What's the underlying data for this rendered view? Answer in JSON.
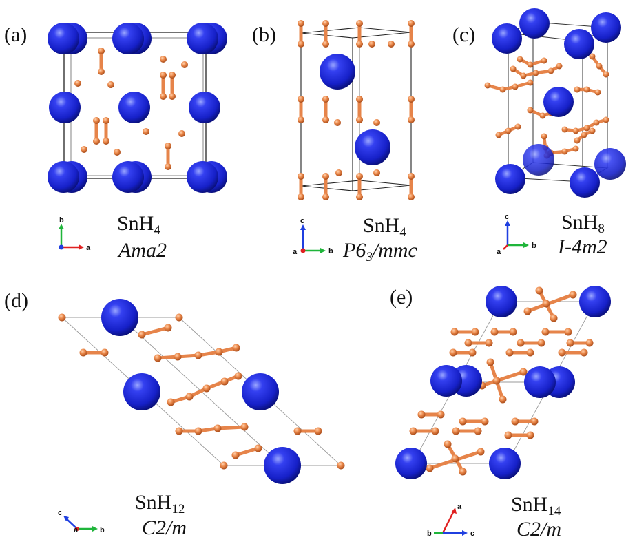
{
  "colors": {
    "tin_atom": "#1a22d8",
    "hydrogen_atom": "#e6844a",
    "cell_edge": "#222222",
    "axis_a": "#e02020",
    "axis_b": "#1fb53a",
    "axis_c": "#1f3fe0"
  },
  "panels": [
    {
      "label": "(a)",
      "formula_element": "SnH",
      "formula_subscript": "4",
      "space_group": "Ama2",
      "axes": [
        "b",
        "a"
      ]
    },
    {
      "label": "(b)",
      "formula_element": "SnH",
      "formula_subscript": "4",
      "space_group_prefix": "P6",
      "space_group_subscript": "3",
      "space_group_suffix": "/mmc",
      "axes": [
        "c",
        "a",
        "b"
      ]
    },
    {
      "label": "(c)",
      "formula_element": "SnH",
      "formula_subscript": "8",
      "space_group": "I-4m2",
      "axes": [
        "c",
        "a",
        "b"
      ]
    },
    {
      "label": "(d)",
      "formula_element": "SnH",
      "formula_subscript": "12",
      "space_group": "C2/m",
      "axes": [
        "c",
        "a",
        "b"
      ]
    },
    {
      "label": "(e)",
      "formula_element": "SnH",
      "formula_subscript": "14",
      "space_group": "C2/m",
      "axes": [
        "a",
        "b",
        "c"
      ]
    }
  ]
}
